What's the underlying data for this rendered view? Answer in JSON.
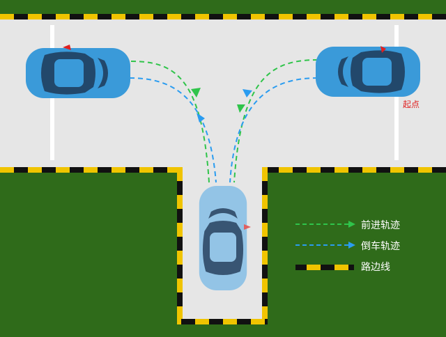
{
  "labels": {
    "start_point": "起点"
  },
  "legend": [
    {
      "key": "forward",
      "label": "前进轨迹",
      "color": "#2fc44a",
      "style": "dashed-arrow"
    },
    {
      "key": "reverse",
      "label": "倒车轨迹",
      "color": "#2a9cf0",
      "style": "dashed-arrow"
    },
    {
      "key": "curb",
      "label": "路边线",
      "color": "#f0c400",
      "style": "yellow-black-stripe"
    }
  ],
  "colors": {
    "grass": "#2f6b1a",
    "road": "#e6e6e6",
    "car_body": "#3a9ad9",
    "car_target": "#8fc3e6",
    "forward_path": "#2fc44a",
    "reverse_path": "#2a9cf0",
    "curb_yellow": "#f0c400",
    "curb_black": "#111111",
    "start_marker": "#e02020"
  },
  "cars": [
    {
      "name": "car-left-start",
      "facing": "right"
    },
    {
      "name": "car-right-start",
      "facing": "left"
    },
    {
      "name": "car-parked-target",
      "facing": "up"
    }
  ]
}
